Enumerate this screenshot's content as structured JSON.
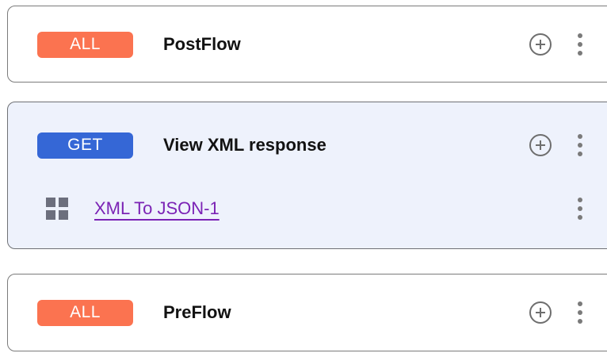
{
  "colors": {
    "badge_all": "#fb7350",
    "badge_get": "#3567d6",
    "selected_card_bg": "#eef2fc",
    "card_bg": "#ffffff",
    "card_border": "#7b7b7b",
    "link_purple": "#7b23b5",
    "icon_gray": "#6e6e6e",
    "grid_icon_gray": "#6c6f7d",
    "title_text": "#121212"
  },
  "flows": [
    {
      "id": "postflow",
      "badge": "ALL",
      "badge_kind": "all",
      "title": "PostFlow",
      "selected": false,
      "add_icon": "plus-circle-icon",
      "menu_icon": "kebab-menu-icon",
      "steps": []
    },
    {
      "id": "view-xml-response",
      "badge": "GET",
      "badge_kind": "get",
      "title": "View XML response",
      "selected": true,
      "add_icon": "plus-circle-icon",
      "menu_icon": "kebab-menu-icon",
      "steps": [
        {
          "id": "xml-to-json-1",
          "icon": "grid-policy-icon",
          "label": "XML To JSON-1",
          "menu_icon": "kebab-menu-icon"
        }
      ]
    },
    {
      "id": "preflow",
      "badge": "ALL",
      "badge_kind": "all",
      "title": "PreFlow",
      "selected": false,
      "add_icon": "plus-circle-icon",
      "menu_icon": "kebab-menu-icon",
      "steps": []
    }
  ]
}
